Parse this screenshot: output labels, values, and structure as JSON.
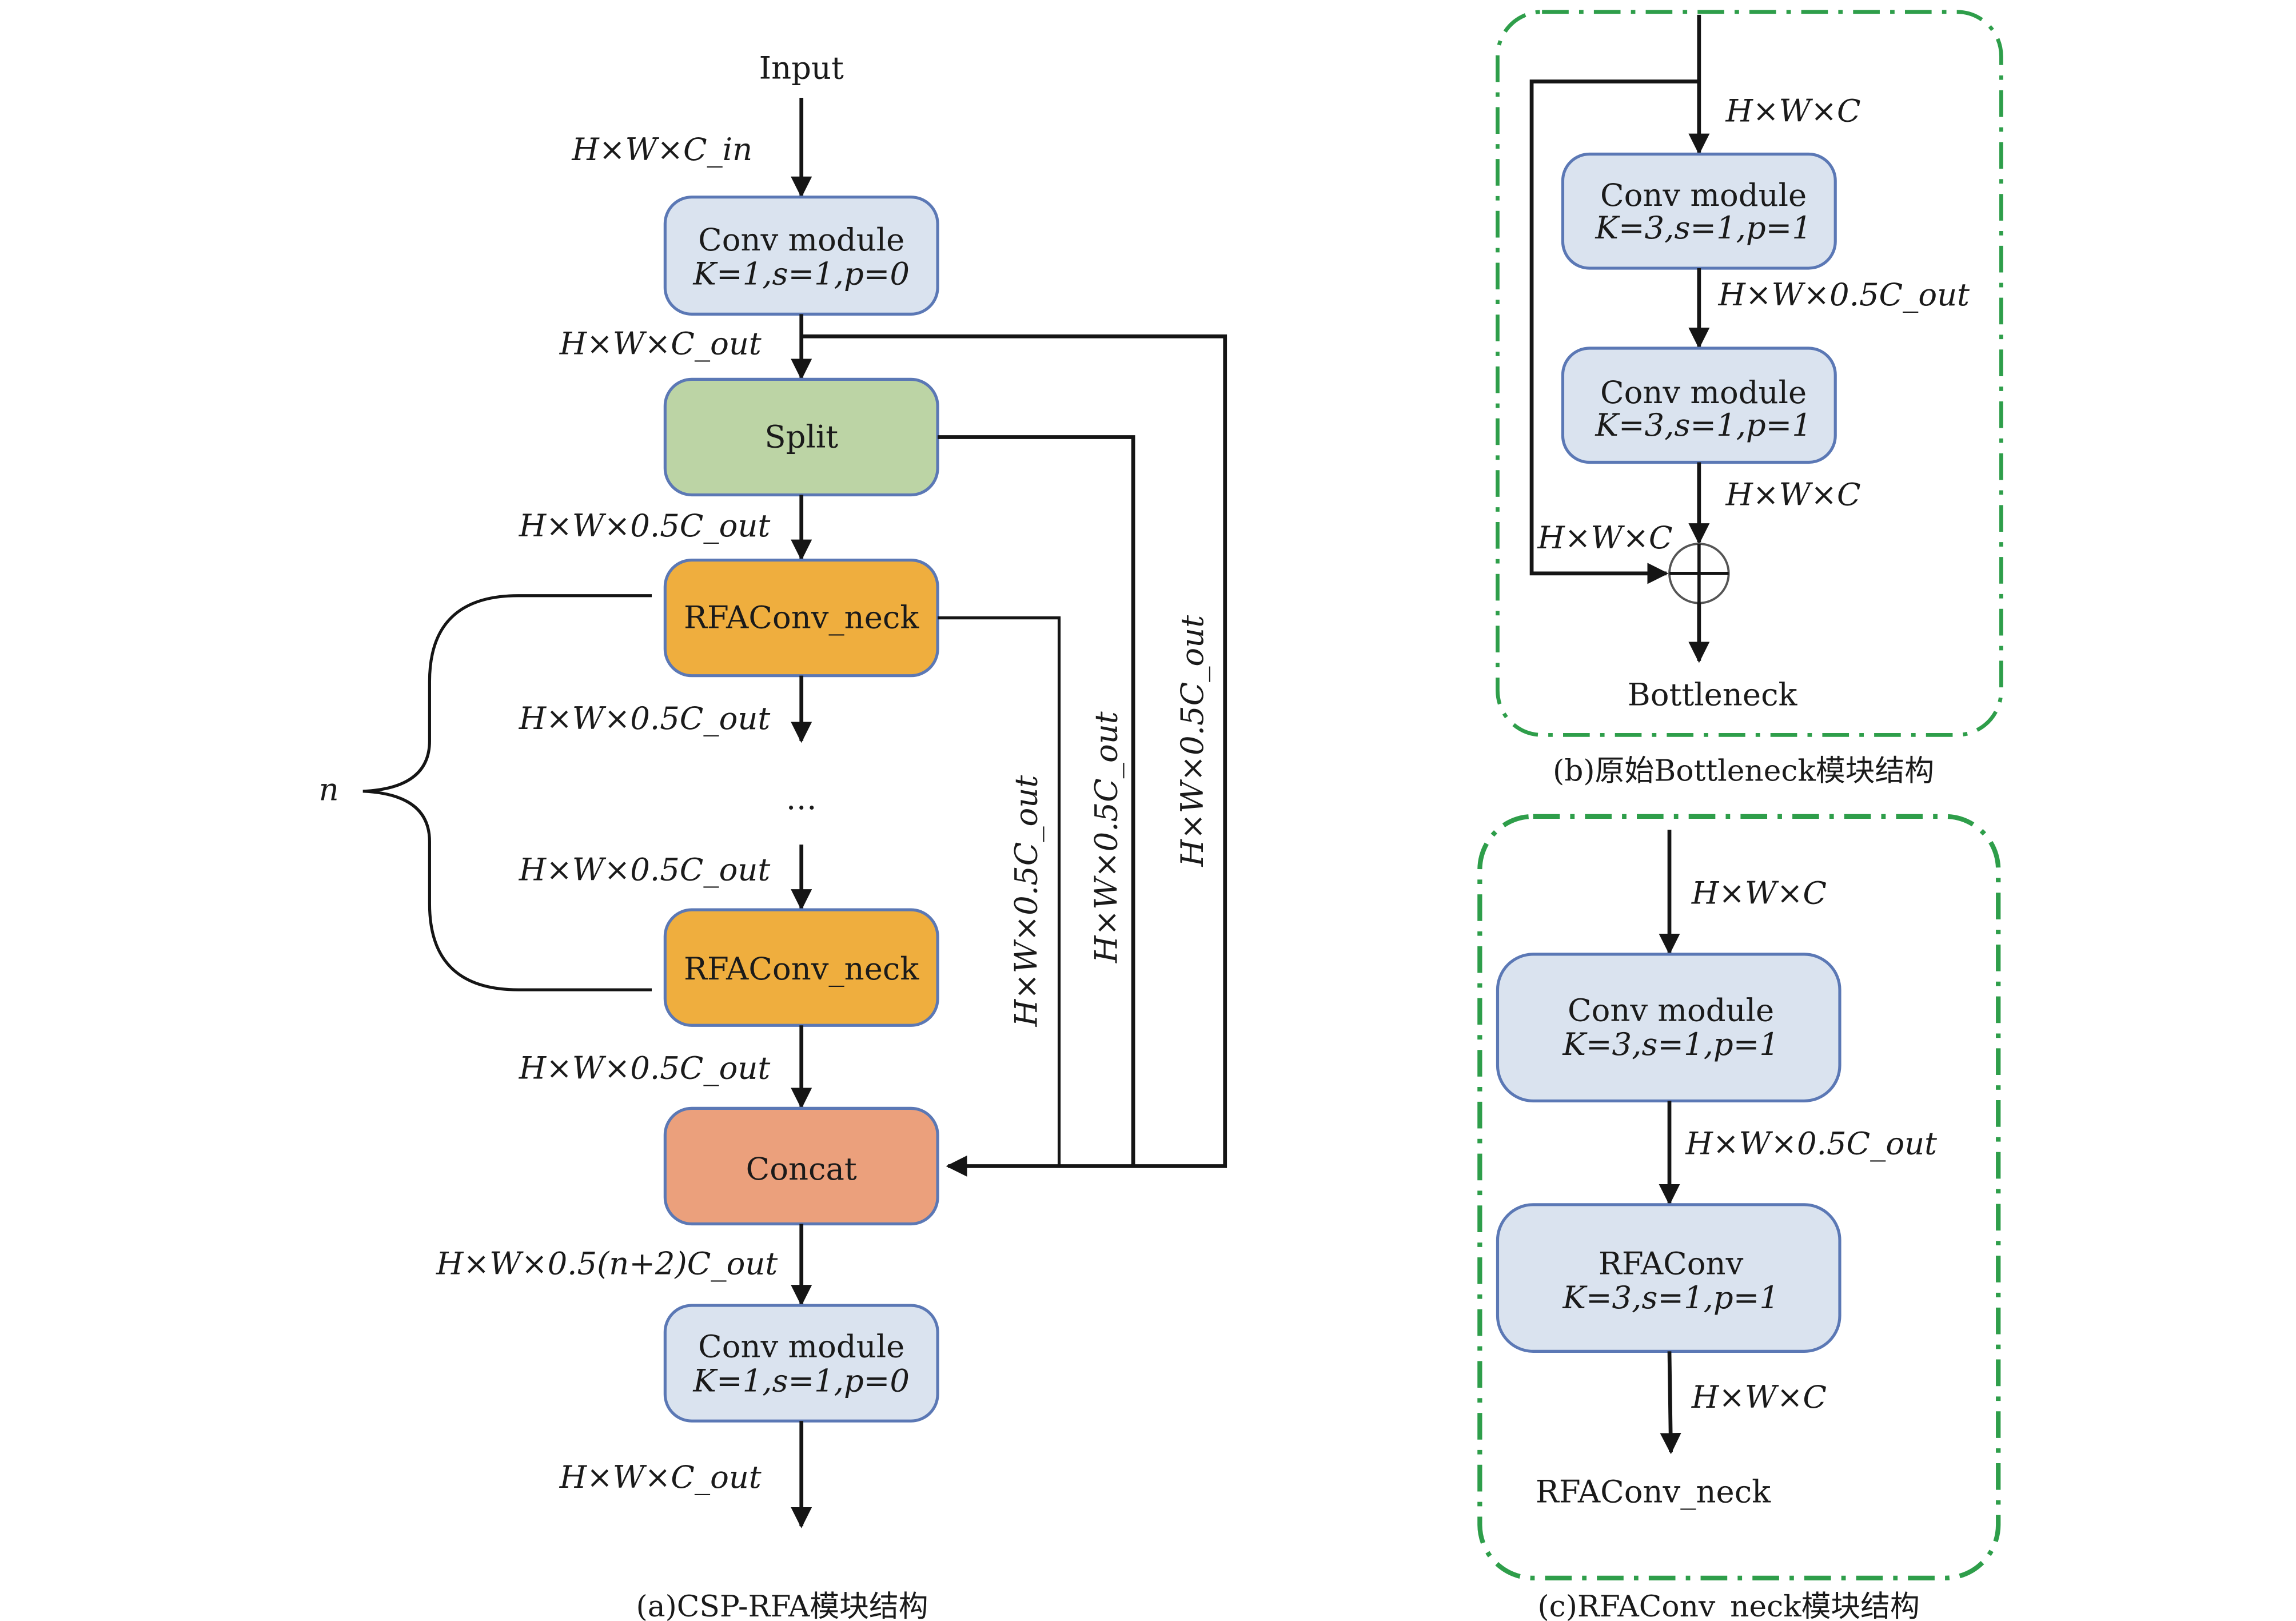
{
  "colors": {
    "conv": "#dae3ef",
    "split": "#bcd4a5",
    "rfa": "#efae3e",
    "concat": "#eba07c",
    "frame": "#2e9e4a",
    "box_border": "#5b78b5",
    "line": "#151515"
  },
  "panel_a": {
    "caption": "(a)CSP-RFA模块结构",
    "input_label": "Input",
    "n_label": "n",
    "ellipsis": "…",
    "nodes": {
      "conv1": {
        "title": "Conv module",
        "params": "K=1,s=1,p=0"
      },
      "split": {
        "title": "Split"
      },
      "rfa1": {
        "title": "RFAConv_neck"
      },
      "rfa2": {
        "title": "RFAConv_neck"
      },
      "concat": {
        "title": "Concat"
      },
      "conv2": {
        "title": "Conv module",
        "params": "K=1,s=1,p=0"
      }
    },
    "edges": {
      "input_to_conv1": "H×W×C_in",
      "conv1_to_split": "H×W×C_out",
      "split_to_rfa1": "H×W×0.5C_out",
      "rfa1_out": "H×W×0.5C_out",
      "to_rfa2": "H×W×0.5C_out",
      "rfa2_to_concat": "H×W×0.5C_out",
      "concat_to_conv2": "H×W×0.5(n+2)C_out",
      "conv2_out": "H×W×C_out",
      "side_rfa1": "H×W×0.5C_out",
      "side_split": "H×W×0.5C_out",
      "side_conv1": "H×W×0.5C_out"
    }
  },
  "panel_b": {
    "caption": "(b)原始Bottleneck模块结构",
    "output_label": "Bottleneck",
    "nodes": {
      "conv1": {
        "title": "Conv module",
        "params": "K=3,s=1,p=1"
      },
      "conv2": {
        "title": "Conv module",
        "params": "K=3,s=1,p=1"
      }
    },
    "edges": {
      "input": "H×W×C",
      "conv1_to_conv2": "H×W×0.5C_out",
      "conv2_to_add": "H×W×C",
      "shortcut": "H×W×C"
    }
  },
  "panel_c": {
    "caption": "(c)RFAConv_neck模块结构",
    "output_label": "RFAConv_neck",
    "nodes": {
      "conv": {
        "title": "Conv module",
        "params": "K=3,s=1,p=1"
      },
      "rfaconv": {
        "title": "RFAConv",
        "params": "K=3,s=1,p=1"
      }
    },
    "edges": {
      "input": "H×W×C",
      "conv_to_rfa": "H×W×0.5C_out",
      "output": "H×W×C"
    }
  }
}
